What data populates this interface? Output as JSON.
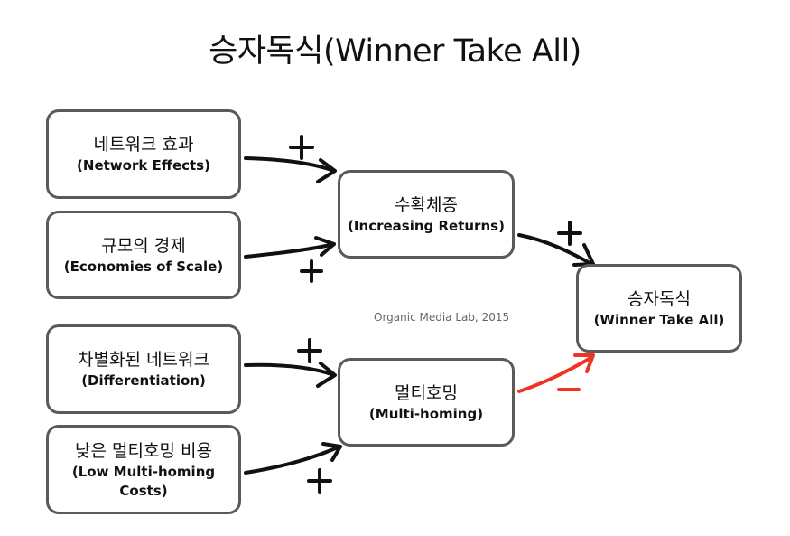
{
  "title": "승자독식(Winner Take All)",
  "credit": "Organic Media Lab, 2015",
  "colors": {
    "positive": "#111111",
    "negative": "#ee3322",
    "box_border": "#5a5a5a"
  },
  "nodes": {
    "network_effects": {
      "ko": "네트워크 효과",
      "en": "(Network Effects)"
    },
    "economies_of_scale": {
      "ko": "규모의 경제",
      "en": "(Economies of Scale)"
    },
    "differentiation": {
      "ko": "차별화된 네트워크",
      "en": "(Differentiation)"
    },
    "low_multihoming_costs": {
      "ko": "낮은 멀티호밍 비용",
      "en": "(Low Multi-homing Costs)"
    },
    "increasing_returns": {
      "ko": "수확체증",
      "en": "(Increasing Returns)"
    },
    "multi_homing": {
      "ko": "멀티호밍",
      "en": "(Multi-homing)"
    },
    "winner_take_all": {
      "ko": "승자독식",
      "en": "(Winner Take All)"
    }
  },
  "edges": [
    {
      "from": "network_effects",
      "to": "increasing_returns",
      "sign": "+"
    },
    {
      "from": "economies_of_scale",
      "to": "increasing_returns",
      "sign": "+"
    },
    {
      "from": "differentiation",
      "to": "multi_homing",
      "sign": "+"
    },
    {
      "from": "low_multihoming_costs",
      "to": "multi_homing",
      "sign": "+"
    },
    {
      "from": "increasing_returns",
      "to": "winner_take_all",
      "sign": "+"
    },
    {
      "from": "multi_homing",
      "to": "winner_take_all",
      "sign": "−"
    }
  ]
}
